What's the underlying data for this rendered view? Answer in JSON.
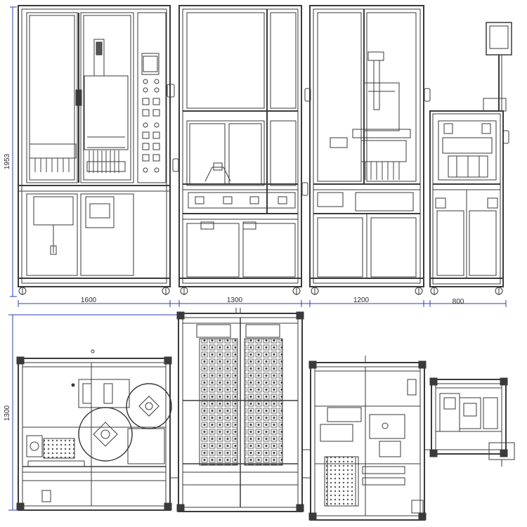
{
  "drawing": {
    "line_color": "#3a3a3a",
    "dimension_color": "#2b3fb0",
    "background": "#ffffff"
  },
  "front_view": {
    "height_label": "1953",
    "width_labels": [
      "1600",
      "1300",
      "1200",
      "800"
    ]
  },
  "top_view": {
    "depth_label": "1300"
  }
}
